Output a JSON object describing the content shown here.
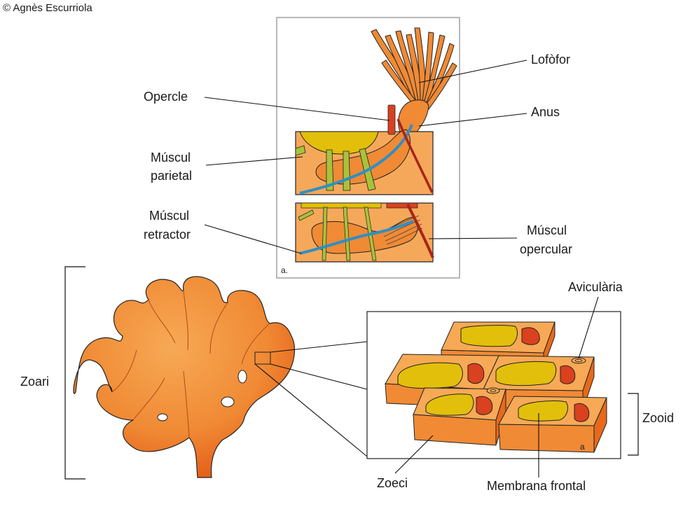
{
  "copyright": "© Agnès Escurriola",
  "panel_tag_top": "a.",
  "panel_tag_bottom": "a",
  "labels": {
    "lofofor": "Lofòfor",
    "opercle": "Opercle",
    "anus": "Anus",
    "muscul_parietal_1": "Múscul",
    "muscul_parietal_2": "parietal",
    "muscul_retractor_1": "Múscul",
    "muscul_retractor_2": "retractor",
    "muscul_opercular_1": "Múscul",
    "muscul_opercular_2": "opercular",
    "avicularia": "Aviculària",
    "zoari": "Zoari",
    "zooid": "Zooid",
    "zoeci": "Zoeci",
    "membrana_frontal": "Membrana frontal"
  },
  "colors": {
    "orange_dark": "#e8691a",
    "orange_mid": "#f08a35",
    "orange_light": "#f7a955",
    "panel_bg": "#f6a85a",
    "yellow": "#e2bf0a",
    "green": "#a9c23a",
    "blue": "#2f8fc4",
    "red": "#d9411f",
    "maroon": "#a82418"
  }
}
